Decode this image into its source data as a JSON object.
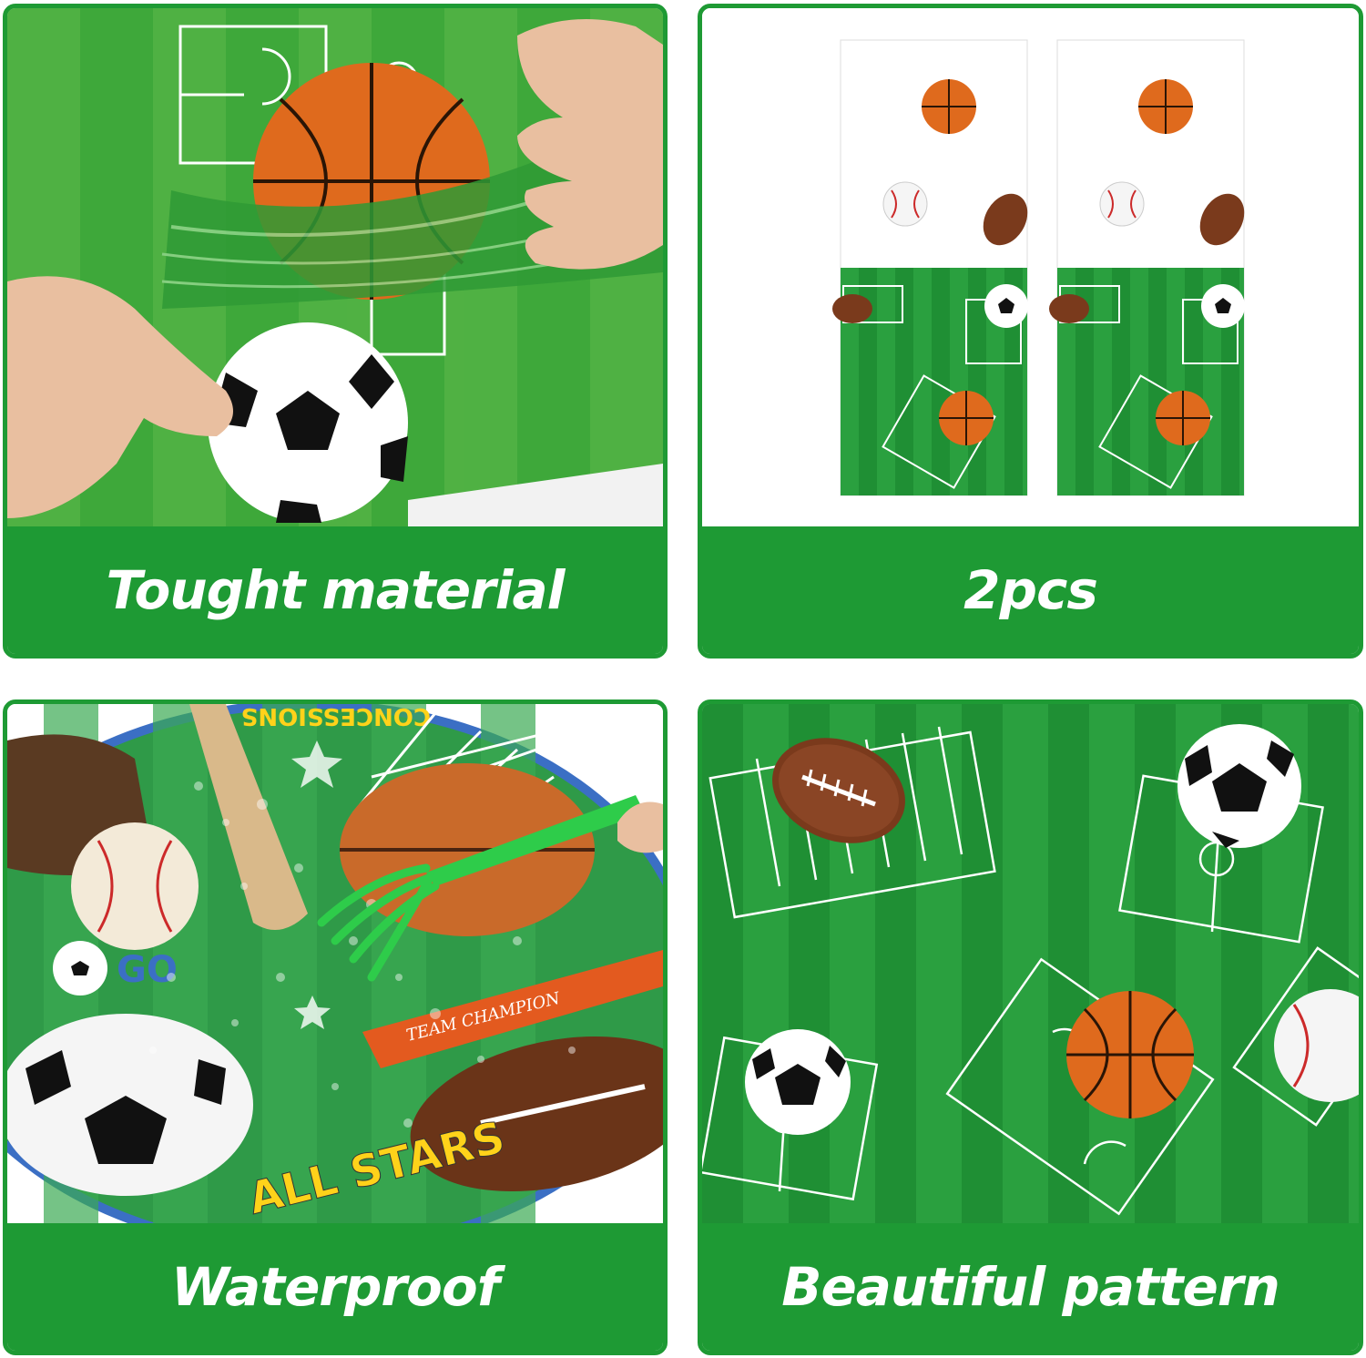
{
  "panels": [
    {
      "caption": "Tought material",
      "icons": [
        "basketball-icon",
        "soccer-ball-icon",
        "hand-icon"
      ]
    },
    {
      "caption": "2pcs",
      "icons": [
        "tablecloth-icon",
        "basketball-icon",
        "baseball-icon",
        "football-icon",
        "soccer-ball-icon"
      ]
    },
    {
      "caption": "Waterproof",
      "icons": [
        "plate-icon",
        "fork-icon",
        "soccer-ball-icon",
        "football-icon"
      ]
    },
    {
      "caption": "Beautiful pattern",
      "icons": [
        "football-icon",
        "soccer-ball-icon",
        "basketball-icon",
        "baseball-icon"
      ]
    }
  ],
  "plate": {
    "banner": "TEAM CHAMPION",
    "arc_text": "CONCESSIONS",
    "bottom_text": "ALL STARS",
    "logo_text": "GO"
  },
  "colors": {
    "brand_green": "#1e9a34",
    "field_green": "#2aa03f",
    "field_stripe": "#1f8f34",
    "basketball": "#d9651a",
    "football": "#7a3a1c"
  }
}
